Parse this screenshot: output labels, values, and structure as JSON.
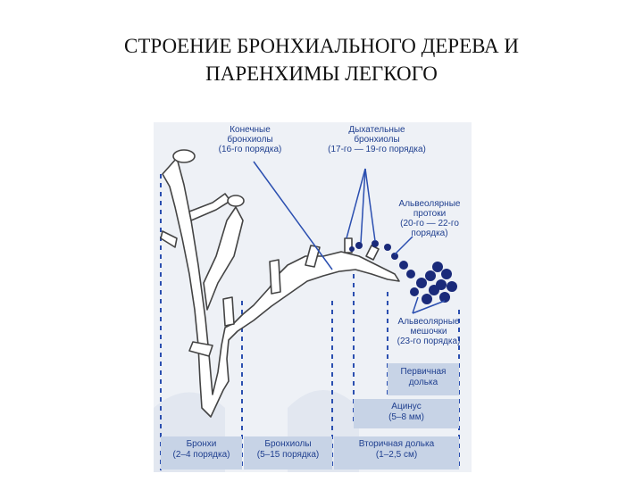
{
  "title": {
    "line1": "СТРОЕНИЕ БРОНХИАЛЬНОГО ДЕРЕВА И",
    "line2": "ПАРЕНХИМЫ ЛЕГКОГО"
  },
  "labels": {
    "terminal_bronchioles": {
      "line1": "Конечные",
      "line2": "бронхиолы",
      "line3": "(16-го порядка)"
    },
    "respiratory_bronchioles": {
      "line1": "Дыхательные",
      "line2": "бронхиолы",
      "line3": "(17-го — 19-го порядка)"
    },
    "alveolar_ducts": {
      "line1": "Альвеолярные",
      "line2": "протоки",
      "line3": "(20-го — 22-го",
      "line4": "порядка)"
    },
    "alveolar_sacs": {
      "line1": "Альвеолярные",
      "line2": "мешочки",
      "line3": "(23-го порядка)"
    }
  },
  "bottom_boxes": {
    "bronchi": {
      "line1": "Бронхи",
      "line2": "(2–4 порядка)"
    },
    "bronchioles": {
      "line1": "Бронхиолы",
      "line2": "(5–15 порядка)"
    },
    "secondary_lobule": {
      "line1": "Вторичная долька",
      "line2": "(1–2,5 см)"
    }
  },
  "side_boxes": {
    "primary_lobule": {
      "line1": "Первичная",
      "line2": "долька"
    },
    "acinus": {
      "line1": "Ацинус",
      "line2": "(5–8 мм)"
    }
  },
  "colors": {
    "label_text": "#1f3f8f",
    "guide_line": "#2b4fb0",
    "alveoli": "#1a2a7a",
    "box_fill": "#c7d3e6",
    "panel_bg": "#eef1f6"
  }
}
